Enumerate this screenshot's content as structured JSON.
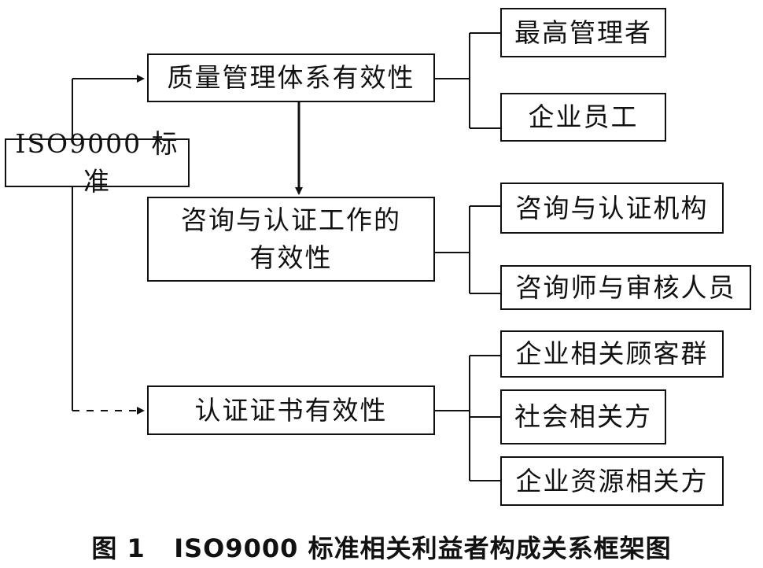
{
  "diagram": {
    "root": {
      "label": "ISO9000 标准"
    },
    "branches": [
      {
        "label_lines": [
          "质量管理体系有效性"
        ],
        "children": [
          "最高管理者",
          "企业员工"
        ]
      },
      {
        "label_lines": [
          "咨询与认证工作的",
          "有效性"
        ],
        "children": [
          "咨询与认证机构",
          "咨询师与审核人员"
        ]
      },
      {
        "label_lines": [
          "认证证书有效性"
        ],
        "children": [
          "企业相关顾客群",
          "社会相关方",
          "企业资源相关方"
        ]
      }
    ]
  },
  "caption": "图 1   ISO9000 标准相关利益者构成关系框架图"
}
